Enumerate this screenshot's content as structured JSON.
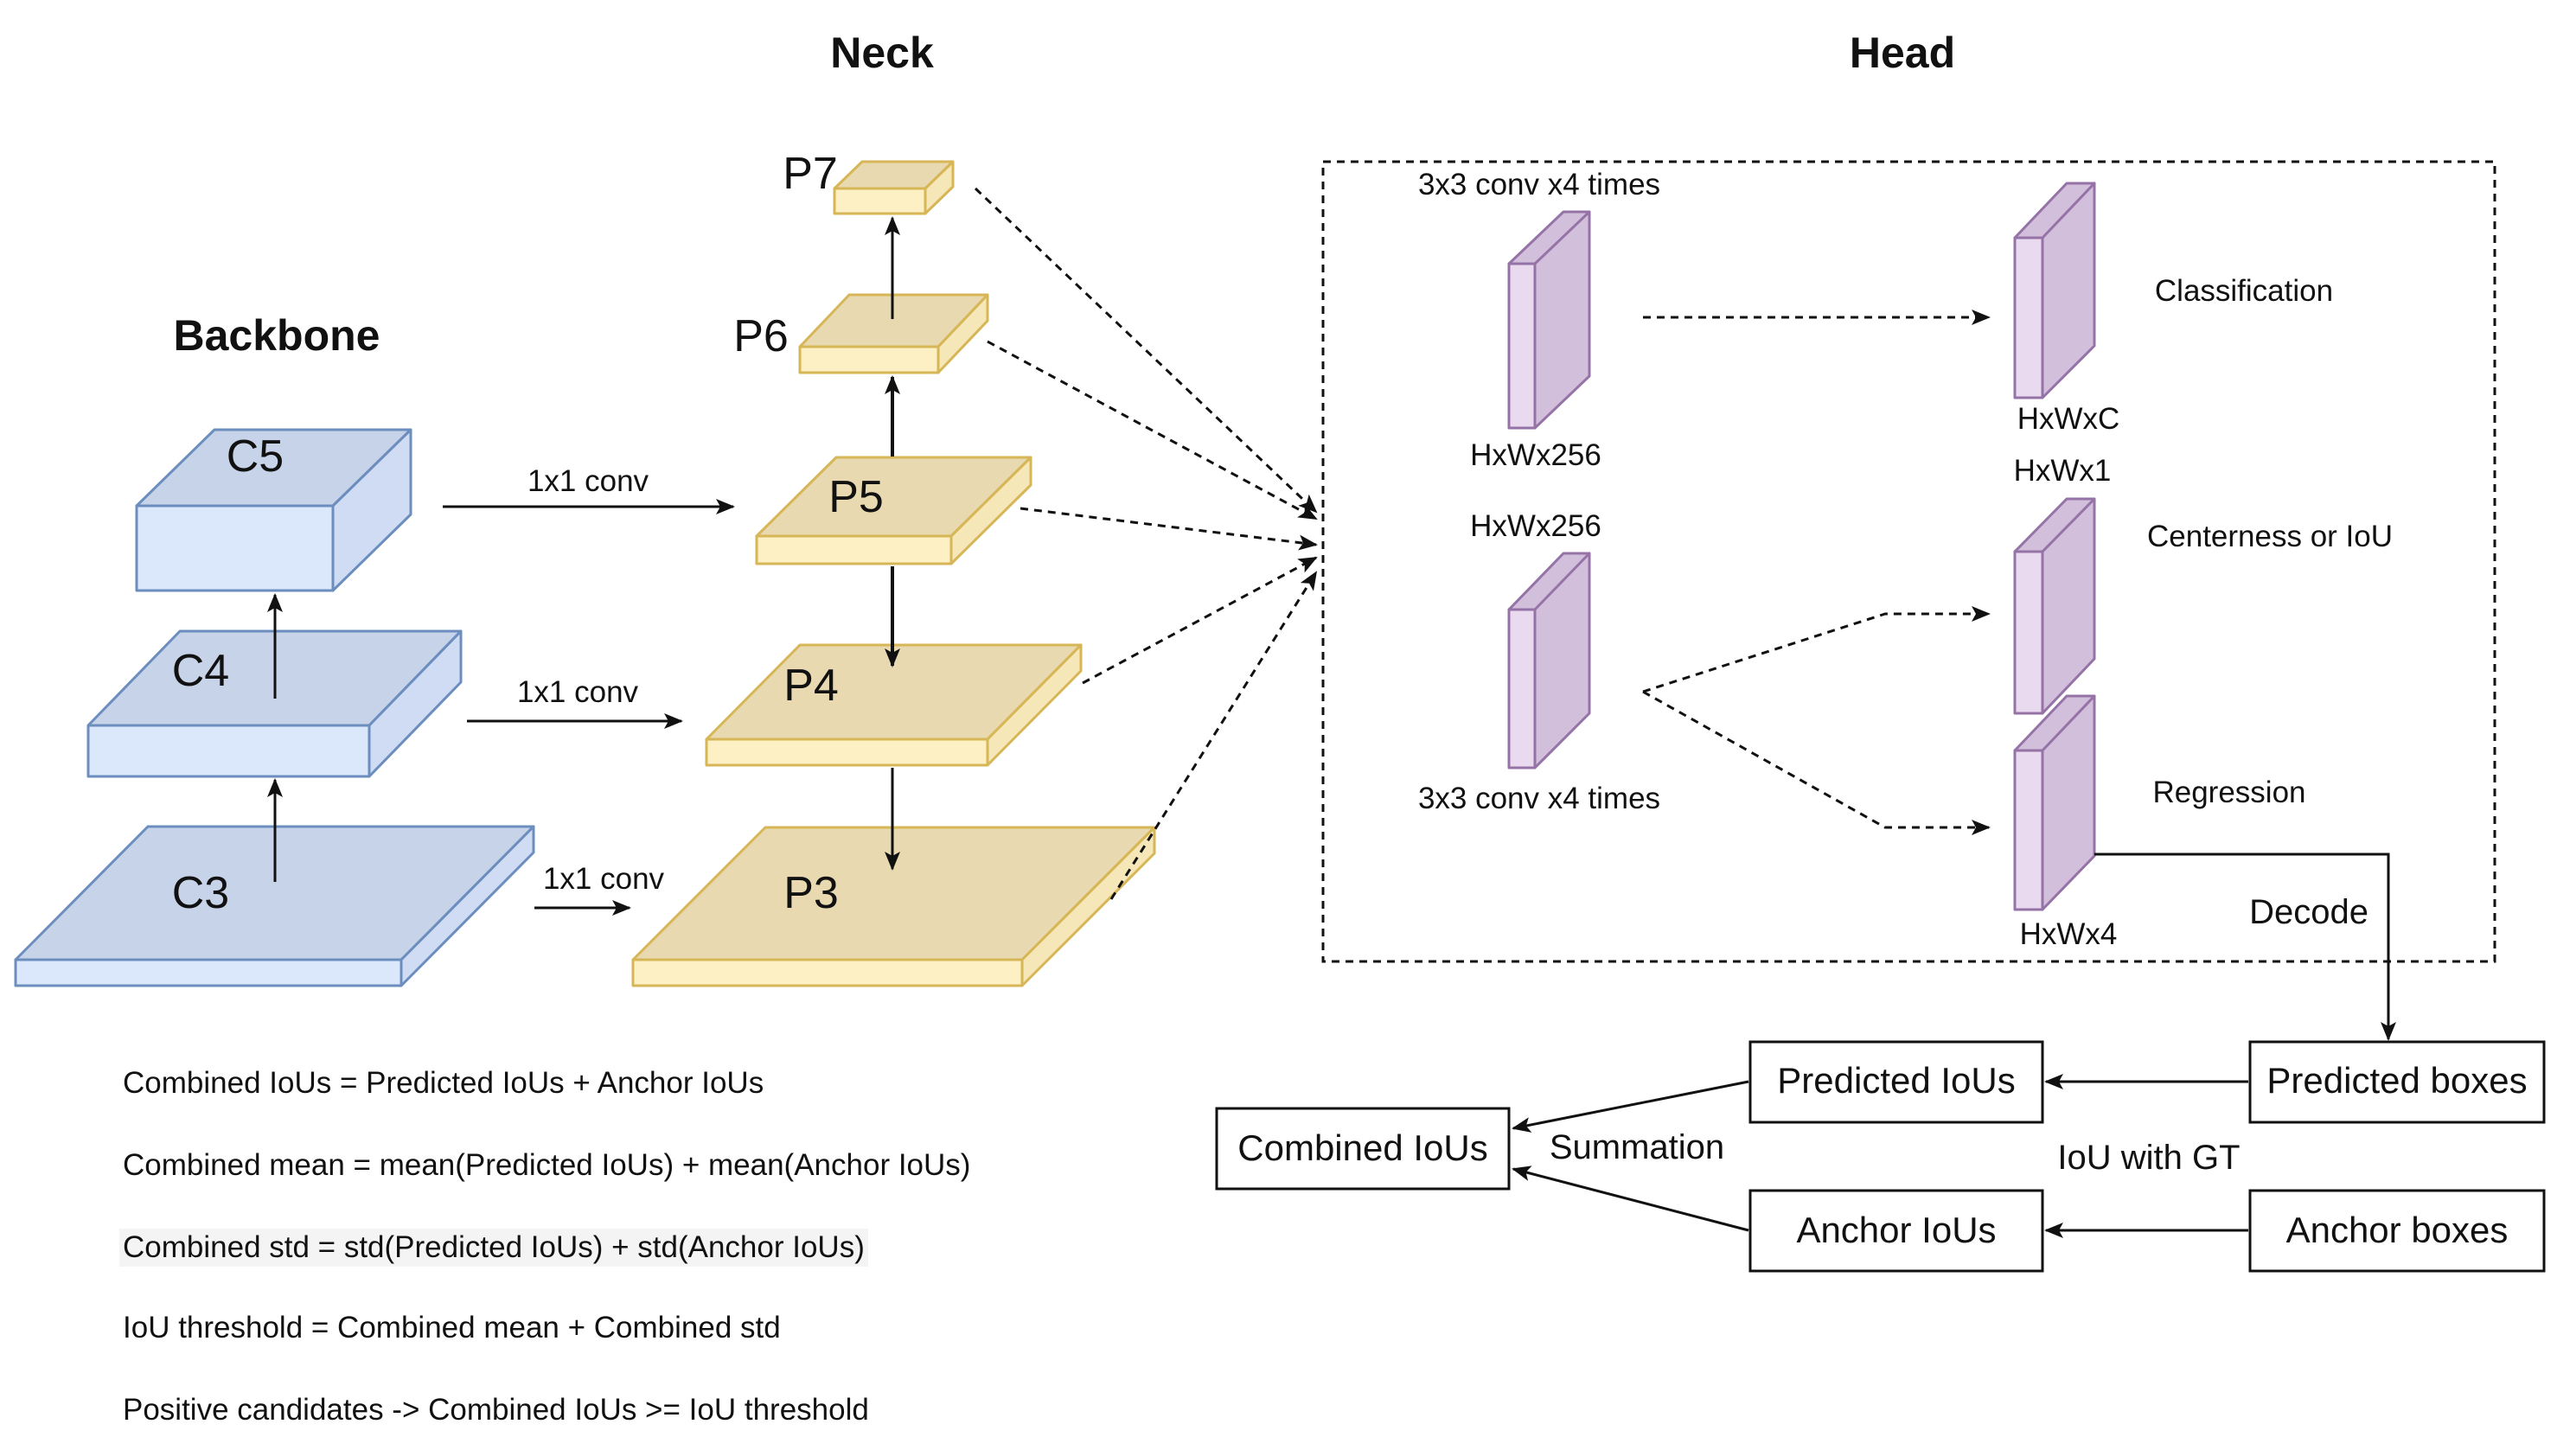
{
  "sections": {
    "backbone": "Backbone",
    "neck": "Neck",
    "head": "Head"
  },
  "backbone": {
    "c3": "C3",
    "c4": "C4",
    "c5": "C5"
  },
  "lateral": {
    "conv5": "1x1 conv",
    "conv4": "1x1 conv",
    "conv3": "1x1 conv"
  },
  "neck": {
    "p3": "P3",
    "p4": "P4",
    "p5": "P5",
    "p6": "P6",
    "p7": "P7"
  },
  "head": {
    "top_conv": "3x3 conv  x4 times",
    "top_dim": "HxWx256",
    "bottom_dim": "HxWx256",
    "bottom_conv": "3x3 conv  x4 times",
    "cls_label": "Classification",
    "cls_dim": "HxWxC",
    "ctr_dim": "HxWx1",
    "ctr_label": "Centerness or IoU",
    "reg_label": "Regression",
    "reg_dim": "HxWx4",
    "decode": "Decode"
  },
  "pipeline": {
    "predicted_boxes": "Predicted boxes",
    "predicted_ious": "Predicted IoUs",
    "anchor_boxes": "Anchor boxes",
    "anchor_ious": "Anchor IoUs",
    "combined_ious": "Combined IoUs",
    "summation": "Summation",
    "iou_with_gt": "IoU with GT"
  },
  "formulas": [
    "Combined IoUs = Predicted IoUs + Anchor IoUs",
    "Combined mean = mean(Predicted IoUs) + mean(Anchor IoUs)",
    "Combined std = std(Predicted IoUs) + std(Anchor IoUs)",
    "IoU threshold = Combined mean + Combined std",
    "Positive candidates -> Combined IoUs >= IoU threshold"
  ],
  "colors": {
    "backbone_top": "#c7d3e8",
    "backbone_front": "#dbe8fb",
    "backbone_side": "#cfdcf4",
    "backbone_stroke": "#6c8ebf",
    "neck_top": "#e8d9b0",
    "neck_front": "#fdf0c4",
    "neck_side": "#f6e7b8",
    "neck_stroke": "#d6b656",
    "head_front": "#e9daf0",
    "head_side": "#d1bfdc",
    "head_stroke": "#9673a6"
  }
}
